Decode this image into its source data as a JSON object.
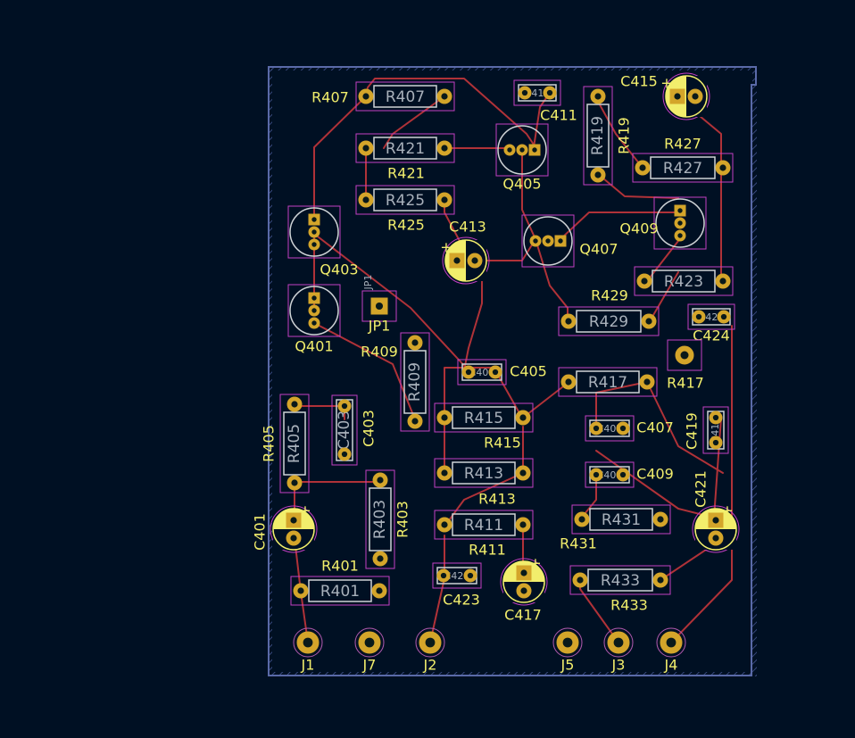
{
  "board": {
    "colors": {
      "background": "#001023",
      "edge_cuts": "#5a6aa8",
      "copper_trace": "#b03238",
      "pad": "#d4a52a",
      "courtyard": "#c33fc3",
      "silkscreen": "#f2ee6c",
      "fab": "#cfd3d6"
    },
    "resistors": [
      {
        "id": "R407",
        "silk": "R407",
        "fab": "R407"
      },
      {
        "id": "R421",
        "silk": "R421",
        "fab": "R421"
      },
      {
        "id": "R425",
        "silk": "R425",
        "fab": "R425"
      },
      {
        "id": "R419",
        "silk": "R419",
        "fab": "R419"
      },
      {
        "id": "R427",
        "silk": "R427",
        "fab": "R427"
      },
      {
        "id": "R423",
        "silk": "",
        "fab": "R423"
      },
      {
        "id": "R429",
        "silk": "R429",
        "fab": "R429"
      },
      {
        "id": "R409",
        "silk": "R409",
        "fab": "R409"
      },
      {
        "id": "R417",
        "silk": "R417",
        "fab": "R417"
      },
      {
        "id": "R415",
        "silk": "R415",
        "fab": "R415"
      },
      {
        "id": "R405",
        "silk": "R405",
        "fab": "R405"
      },
      {
        "id": "R413",
        "silk": "R413",
        "fab": "R413"
      },
      {
        "id": "R403",
        "silk": "R403",
        "fab": "R403"
      },
      {
        "id": "R411",
        "silk": "R411",
        "fab": "R411"
      },
      {
        "id": "R431",
        "silk": "R431",
        "fab": "R431"
      },
      {
        "id": "R401",
        "silk": "R401",
        "fab": "R401"
      },
      {
        "id": "R433",
        "silk": "R433",
        "fab": "R433"
      }
    ],
    "capacitors": [
      {
        "id": "C411",
        "silk": "C411",
        "fab": "C411"
      },
      {
        "id": "C424",
        "silk": "C424",
        "fab": "C424"
      },
      {
        "id": "C405",
        "silk": "C405",
        "fab": "C405"
      },
      {
        "id": "C407",
        "silk": "C407",
        "fab": "C407"
      },
      {
        "id": "C409",
        "silk": "C409",
        "fab": "C409"
      },
      {
        "id": "C419",
        "silk": "C419",
        "fab": "C419"
      },
      {
        "id": "C403",
        "silk": "C403",
        "fab": "C403"
      },
      {
        "id": "C423",
        "silk": "C423",
        "fab": "C423"
      }
    ],
    "electrolytics": [
      {
        "id": "C415",
        "silk": "C415",
        "plus": "+"
      },
      {
        "id": "C413",
        "silk": "C413",
        "plus": "+"
      },
      {
        "id": "C401",
        "silk": "C401",
        "plus": "+"
      },
      {
        "id": "C417",
        "silk": "C417",
        "plus": "+"
      },
      {
        "id": "C421",
        "silk": "C421",
        "plus": "+"
      }
    ],
    "transistors": [
      {
        "id": "Q405",
        "silk": "Q405"
      },
      {
        "id": "Q407",
        "silk": "Q407"
      },
      {
        "id": "Q409",
        "silk": "Q409"
      },
      {
        "id": "Q403",
        "silk": "Q403"
      },
      {
        "id": "Q401",
        "silk": "Q401"
      }
    ],
    "jumper": {
      "id": "JP1",
      "silk": "JP1",
      "fab": "JP1"
    },
    "test_pad": {
      "id": "R417-pad"
    },
    "connectors": [
      {
        "id": "J1",
        "silk": "J1"
      },
      {
        "id": "J7",
        "silk": "J7"
      },
      {
        "id": "J2",
        "silk": "J2"
      },
      {
        "id": "J5",
        "silk": "J5"
      },
      {
        "id": "J3",
        "silk": "J3"
      },
      {
        "id": "J4",
        "silk": "J4"
      }
    ]
  }
}
